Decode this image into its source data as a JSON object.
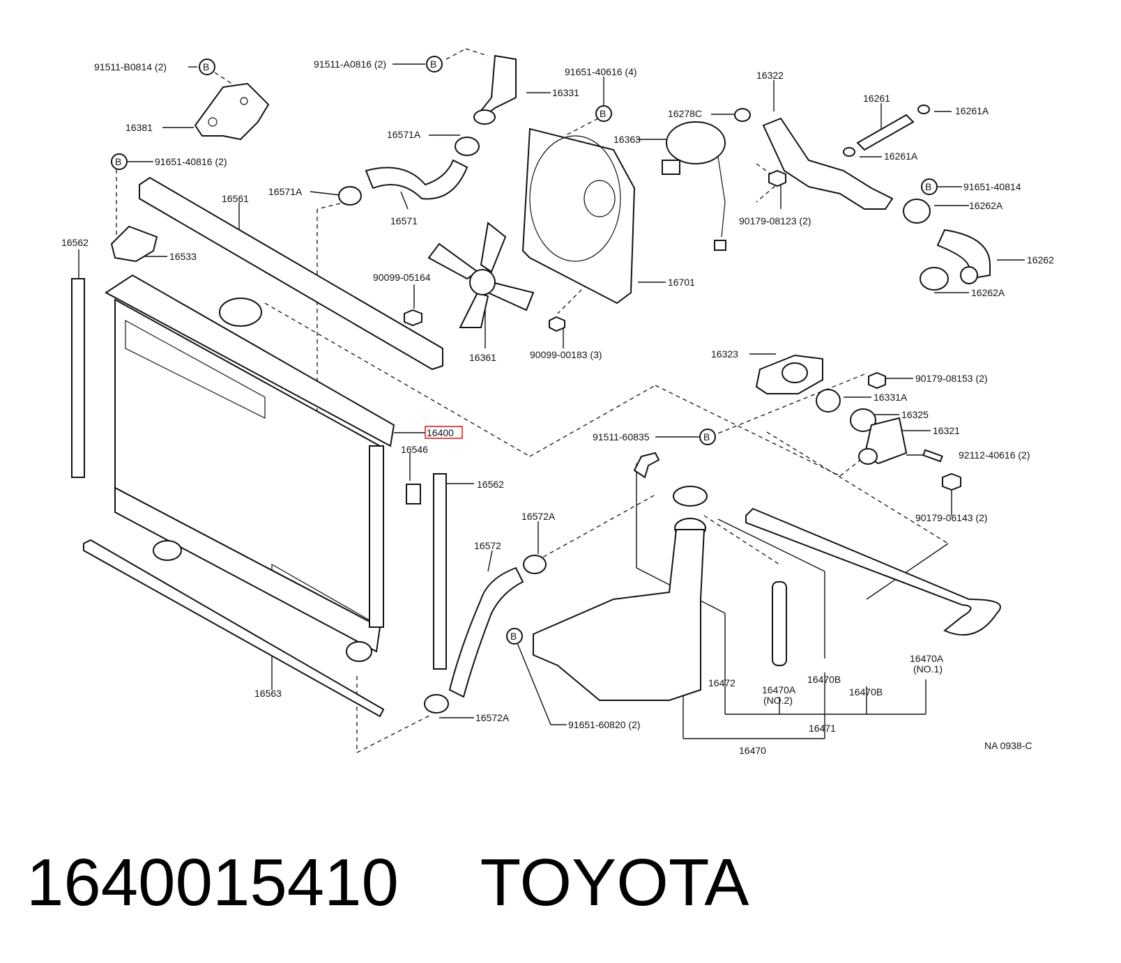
{
  "diagram": {
    "labels": [
      "91511-B0814 (2)",
      "91511-A0816 (2)",
      "91651-40616 (4)",
      "16322",
      "16261",
      "16261A",
      "16278C",
      "16331",
      "16381",
      "16571A",
      "16363",
      "16261A",
      "91651-40816 (2)",
      "16561",
      "16571A",
      "91651-40814",
      "16262A",
      "16562",
      "16533",
      "16571",
      "90179-08123 (2)",
      "16262",
      "90099-05164",
      "16701",
      "16262A",
      "16361",
      "90099-00183 (3)",
      "16323",
      "90179-08153 (2)",
      "16331A",
      "16325",
      "16400",
      "16321",
      "91511-60835",
      "16546",
      "92112-40616 (2)",
      "16562",
      "90179-06143 (2)",
      "16572A",
      "16572",
      "16470A",
      "(NO.1)",
      "16472",
      "16470A",
      "(NO.2)",
      "16470B",
      "16470B",
      "16563",
      "16572A",
      "91651-60820 (2)",
      "16471",
      "16470",
      "NA 0938-C"
    ],
    "bolt_symbol": "B",
    "highlighted_label": "16400",
    "highlight_color": "#dd1111"
  },
  "caption": {
    "part_number": "1640015410",
    "brand": "TOYOTA"
  }
}
